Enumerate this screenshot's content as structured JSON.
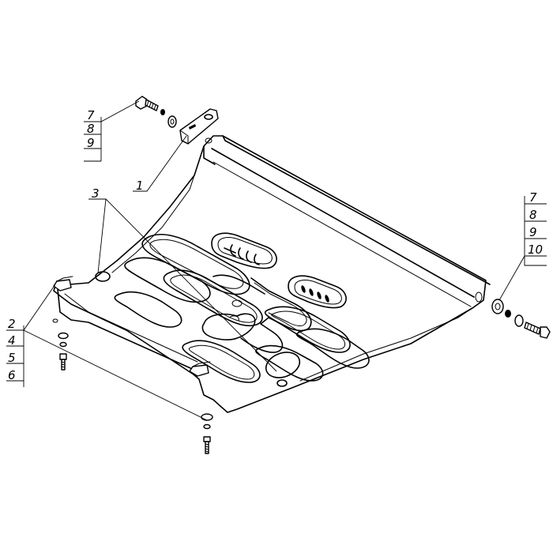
{
  "callouts": {
    "top_left": [
      "7",
      "8",
      "9"
    ],
    "part_1": "1",
    "part_3": "3",
    "right": [
      "7",
      "8",
      "9",
      "10"
    ],
    "left": [
      "2",
      "4",
      "5",
      "6"
    ]
  },
  "colors": {
    "line": "#000000",
    "background": "#ffffff"
  }
}
